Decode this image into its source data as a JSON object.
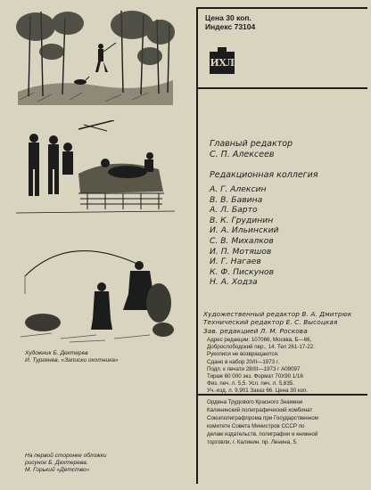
{
  "price": {
    "line1": "Цена 30 коп.",
    "line2": "Индекс 73104"
  },
  "logo": {
    "text": "ИХЛ"
  },
  "chief_editor": {
    "title": "Главный редактор",
    "name": "С. П. Алексеев"
  },
  "board": {
    "title": "Редакционная коллегия",
    "members": [
      "А. Г. Алексин",
      "В. В. Бавина",
      "А. Л. Барто",
      "В. К. Грудинин",
      "И. А. Ильинский",
      "С. В. Михалков",
      "И. П. Мотяшов",
      "И. Г. Нагаев",
      "К. Ф. Пискунов",
      "Н. А. Ходза"
    ]
  },
  "editors": {
    "art": "Художественный редактор В. А. Дмитрюк",
    "tech": "Технический редактор Е. С. Высоцкая",
    "office": "Зав. редакцией Л. М. Роскова"
  },
  "imprint": [
    "Адрес редакции: 107066, Москва, Б—66,",
    "Доброслободский пер., 14. Тел 261-17-22.",
    "Рукописи не возвращаются.",
    "Сдано в набор 20/II—1973 г.",
    "Подп. к печати 28/III—1973 г А09097",
    "Тираж 60 000 экз. Формат 70Х90 1/16",
    "Физ. печ. л. 5,5. Усл. печ. л. 5,835.",
    "Уч.-изд. л. 9,901 Заказ 66. Цена 30 коп."
  ],
  "printer": [
    "Ордена Трудового Красного Знамени",
    "Калининский полиграфический комбинат",
    "Союзполиграфпрома при Государственном",
    "комитете Совета Министров СССР по",
    "делам издательств, полиграфии и книжной",
    "торговли, г. Калинин. пр. Ленина, 5."
  ],
  "captions": {
    "artist_line1": "Художник Б. Дехтерев",
    "artist_line2": "И. Тургенев. «Записки охотника»",
    "cover_line1": "На первой сторонке обложки",
    "cover_line2": "рисунок Б. Дехтерева.",
    "cover_line3": "М. Горький «Детство»"
  }
}
